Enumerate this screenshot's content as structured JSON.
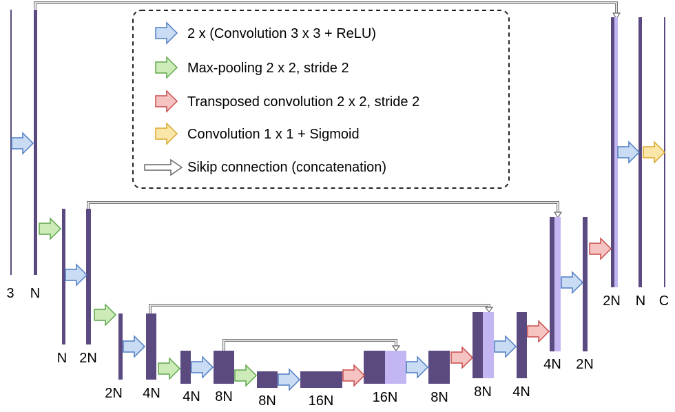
{
  "colors": {
    "feature": "#5a4a80",
    "skip_feature": "#c3b6f2",
    "arrow_conv": {
      "fill": "#c9dcf3",
      "stroke": "#4d7cc4"
    },
    "arrow_pool": {
      "fill": "#cdebb9",
      "stroke": "#5fa64a"
    },
    "arrow_tconv": {
      "fill": "#f6c3c3",
      "stroke": "#c84b4b"
    },
    "arrow_sigmoid": {
      "fill": "#fbe6a9",
      "stroke": "#d8a72c"
    },
    "arrow_skip": {
      "fill": "#ffffff",
      "stroke": "#666666"
    }
  },
  "legend": {
    "conv": "2 x (Convolution 3 x 3 + ReLU)",
    "pool": "Max-pooling 2 x 2, stride 2",
    "tconv": "Transposed convolution 2 x 2, stride 2",
    "sigmoid": "Convolution 1 x 1 + Sigmoid",
    "skip": "Sikip connection (concatenation)"
  },
  "labels": {
    "in_c": "3",
    "enc1": "N",
    "pool1": "N",
    "enc2": "2N",
    "pool2": "2N",
    "enc3": "4N",
    "pool3": "4N",
    "enc4": "8N",
    "pool4": "8N",
    "bottleneck": "16N",
    "up4": "16N",
    "dec4": "8N",
    "up3": "8N",
    "dec3": "4N",
    "up2": "4N",
    "dec2": "2N",
    "up1": "2N",
    "dec1": "N",
    "out": "C"
  }
}
